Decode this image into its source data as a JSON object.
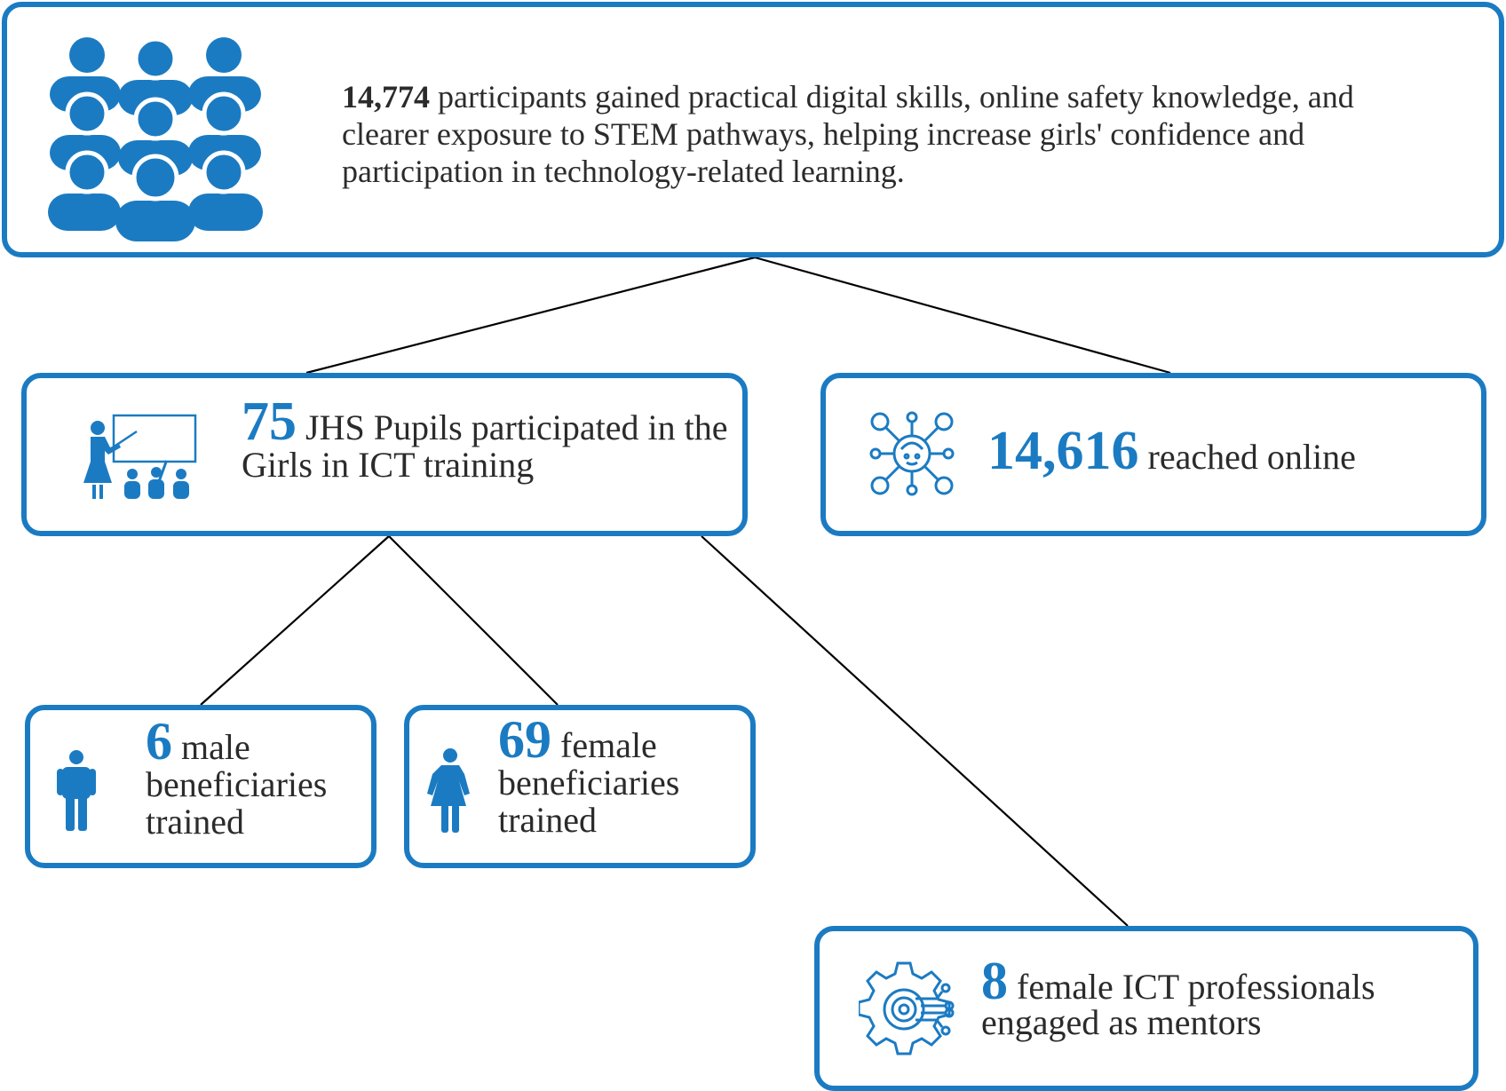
{
  "colors": {
    "accent": "#1b7bc2",
    "text": "#2b2b2b",
    "line": "#000000"
  },
  "summary": {
    "number": "14,774",
    "text": " participants gained practical digital skills, online safety knowledge, and clearer exposure to STEM pathways, helping increase girls' confidence and participation in technology-related learning.",
    "icon": "group-people-icon"
  },
  "jhs": {
    "number": "75",
    "text": " JHS Pupils participated in the Girls in ICT training",
    "icon": "teacher-classroom-icon"
  },
  "online": {
    "number": "14,616",
    "text": " reached online",
    "icon": "network-avatar-icon"
  },
  "male": {
    "number": "6",
    "text": " male beneficiaries trained",
    "icon": "male-person-icon"
  },
  "female": {
    "number": "69",
    "text": " female beneficiaries trained",
    "icon": "female-person-icon"
  },
  "mentors": {
    "number": "8",
    "text": " female ICT professionals engaged as mentors",
    "icon": "gear-circuit-icon"
  }
}
